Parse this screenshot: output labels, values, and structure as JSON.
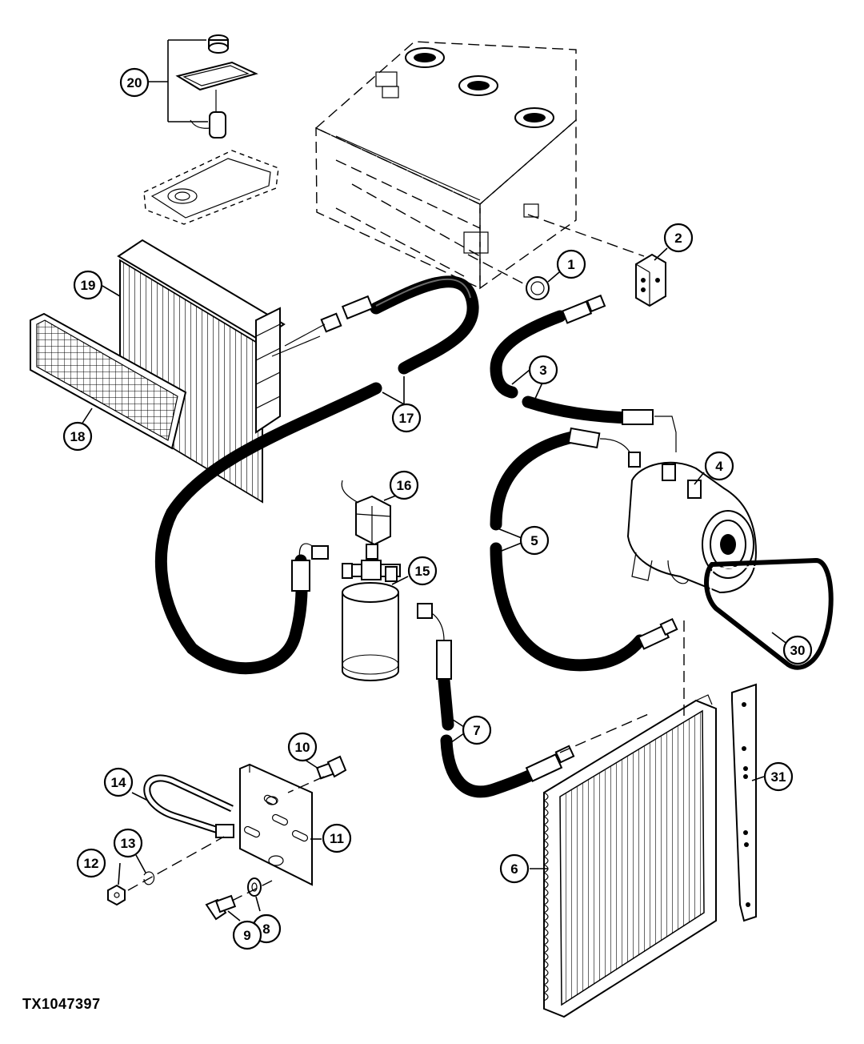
{
  "figure_id": "TX1047397",
  "callouts": [
    "1",
    "2",
    "3",
    "4",
    "5",
    "6",
    "7",
    "8",
    "9",
    "10",
    "11",
    "12",
    "13",
    "14",
    "15",
    "16",
    "17",
    "18",
    "19",
    "20",
    "30",
    "31"
  ],
  "colors": {
    "line": "#000000",
    "background": "#ffffff",
    "shade": "#6b6b6b"
  }
}
